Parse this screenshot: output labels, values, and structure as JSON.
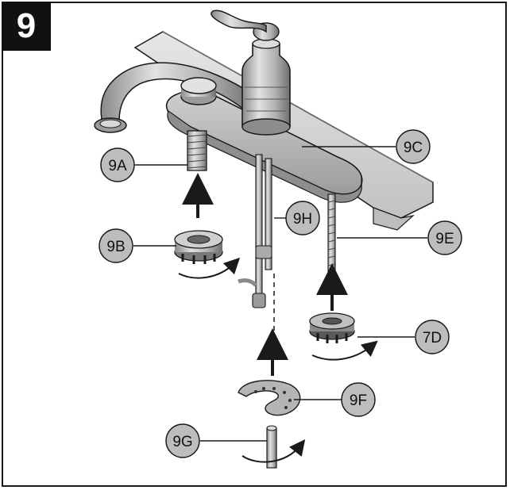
{
  "step_number": "9",
  "callouts": [
    {
      "id": "9A",
      "label": "9A"
    },
    {
      "id": "9B",
      "label": "9B"
    },
    {
      "id": "9C",
      "label": "9C"
    },
    {
      "id": "9H",
      "label": "9H"
    },
    {
      "id": "9E",
      "label": "9E"
    },
    {
      "id": "7D",
      "label": "7D"
    },
    {
      "id": "9F",
      "label": "9F"
    },
    {
      "id": "9G",
      "label": "9G"
    }
  ],
  "colors": {
    "metal_light": "#d4d4d4",
    "metal_mid": "#a8a8a8",
    "metal_dark": "#5a5a5a",
    "callout_fill": "#bdbdbd",
    "outline": "#1a1a1a"
  }
}
